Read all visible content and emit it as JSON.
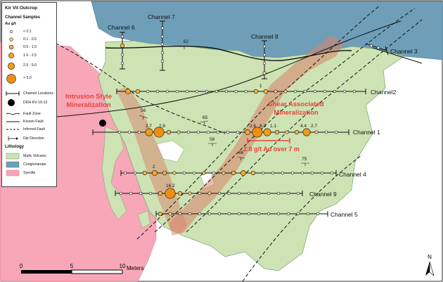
{
  "legend": {
    "title": "Kir Vit Outcrop",
    "samples_heading": "Channel Samples",
    "samples_unit": "Au g/t",
    "grade_classes": [
      "< 0.1",
      "0.1 - 0.5",
      "0.5 - 1.0",
      "1.0 - 2.5",
      "2.5 - 5.0",
      "> 5.0"
    ],
    "channel_locations": "Channel Locations",
    "drillhole": "DDH KV-19-13",
    "fault_zone": "Fault Zone",
    "known_fault": "Known Fault",
    "inferred_fault": "Inferred Fault",
    "dip_direction": "Dip Direction",
    "lithology_heading": "Lithology",
    "lithology": [
      {
        "name": "Mafic Volcanic",
        "color": "#cde3b4"
      },
      {
        "name": "Conglomerate",
        "color": "#6f9fb8"
      },
      {
        "name": "Syenite",
        "color": "#f7a7b7"
      }
    ]
  },
  "channels": [
    "Channel 6",
    "Channel 7",
    "Channel 8",
    "Channel 3",
    "Channel2",
    "Channel 1",
    "Channel 4",
    "Channel 9",
    "Channel 5"
  ],
  "annotations": {
    "intrusion_line1": "Intrusion Style",
    "intrusion_line2": "Mineralization",
    "shear_line1": "Shear Associated",
    "shear_line2": "Mineralization",
    "intercept": "2.8 g/t Au over 7 m"
  },
  "grade_labels": {
    "ch1_a": "2.7",
    "ch1_b": "2.8",
    "ch1_c": "2.6",
    "ch1_d": "8.3",
    "ch1_e": "1.1",
    "ch1_f": "4.4",
    "ch1_g": "2.7",
    "ch2_a": "1",
    "ch9_a": "16.2",
    "ch4_a": "2"
  },
  "dips": [
    "62",
    "56",
    "65",
    "58",
    "68",
    "75"
  ],
  "scale": {
    "ticks": [
      "0",
      "5",
      "10"
    ],
    "unit": "Meters"
  },
  "north": "N",
  "colors": {
    "mafic": "#cde3b4",
    "conglomerate": "#6f9fb8",
    "syenite": "#f7a7b7",
    "shear_zone": "#d9826a",
    "sample": "#f5a623",
    "label_red": "#e8423a"
  }
}
